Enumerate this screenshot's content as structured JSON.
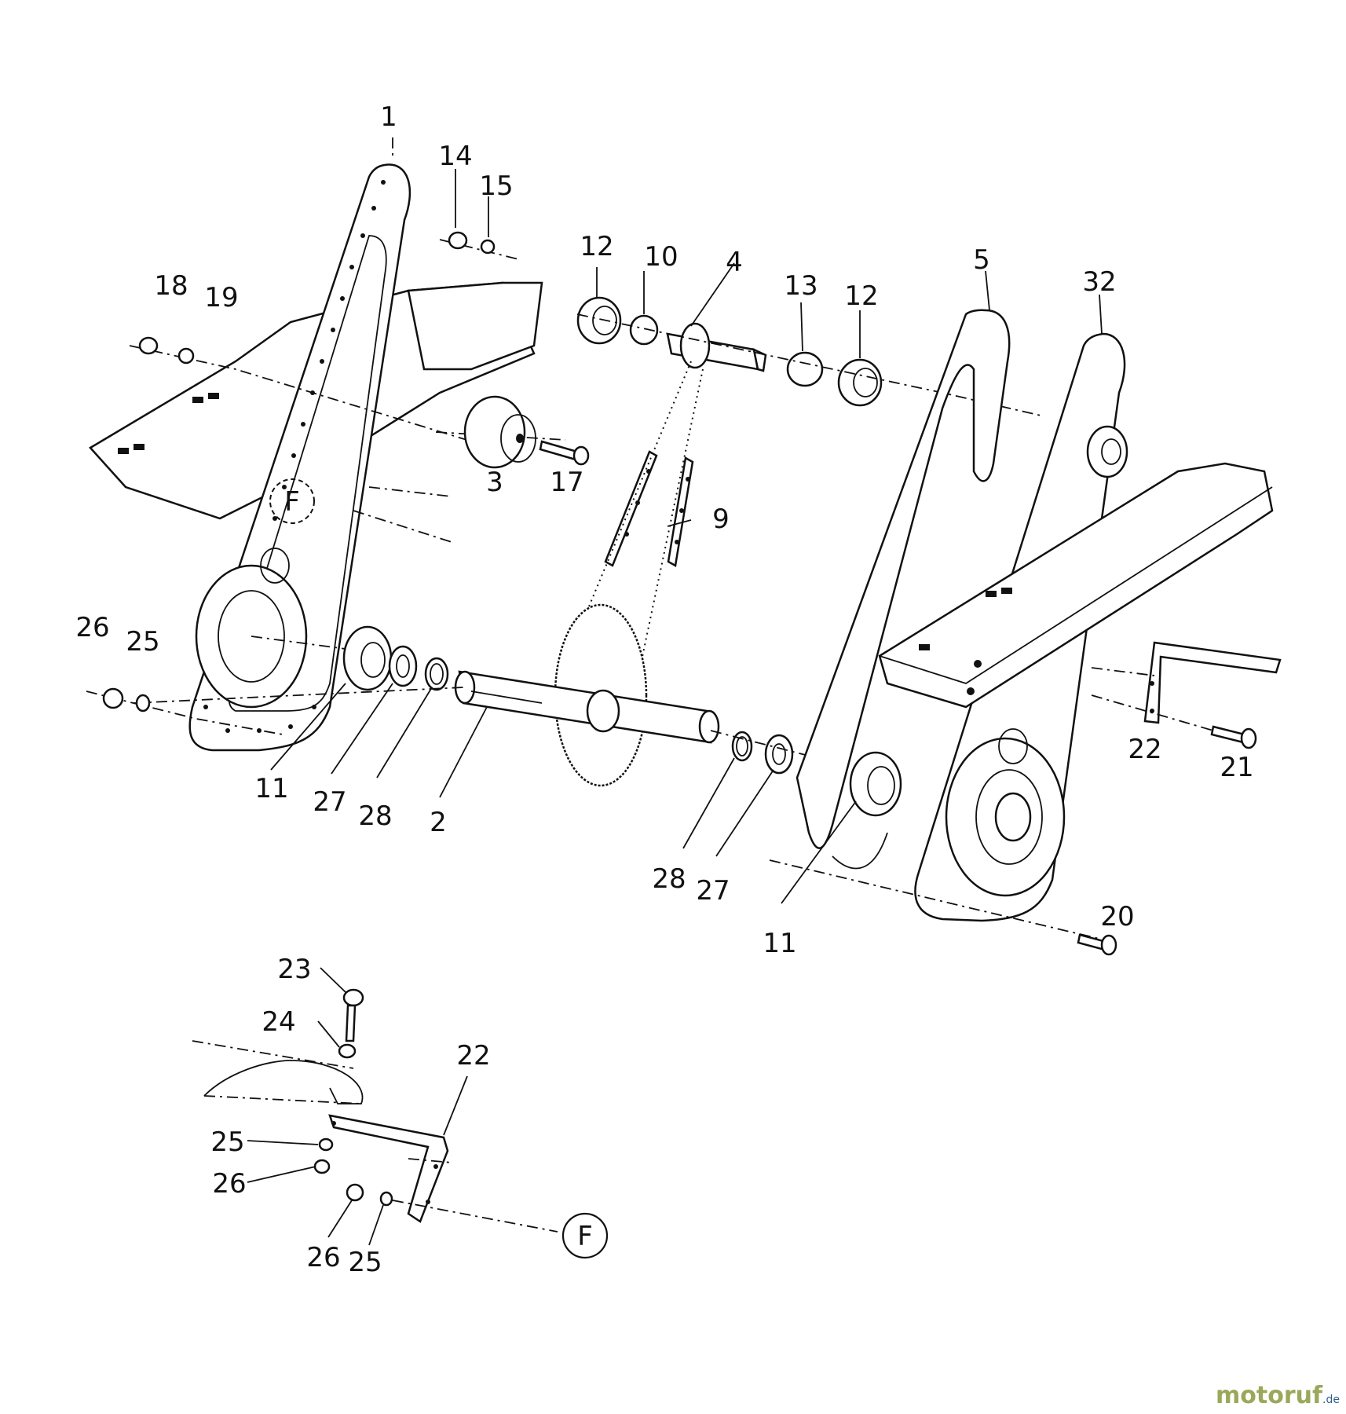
{
  "diagram": {
    "callouts": [
      "1",
      "14",
      "15",
      "18",
      "19",
      "12",
      "10",
      "4",
      "13",
      "12",
      "5",
      "32",
      "3",
      "17",
      "9",
      "26",
      "25",
      "11",
      "27",
      "28",
      "2",
      "28",
      "27",
      "11",
      "22",
      "21",
      "20",
      "23",
      "24",
      "22",
      "25",
      "26",
      "26",
      "25"
    ],
    "reference_marker": "F",
    "reference_marker_2": "F"
  },
  "watermark": {
    "part1": "motoruf",
    "part2": "",
    "suffix": ".de"
  }
}
